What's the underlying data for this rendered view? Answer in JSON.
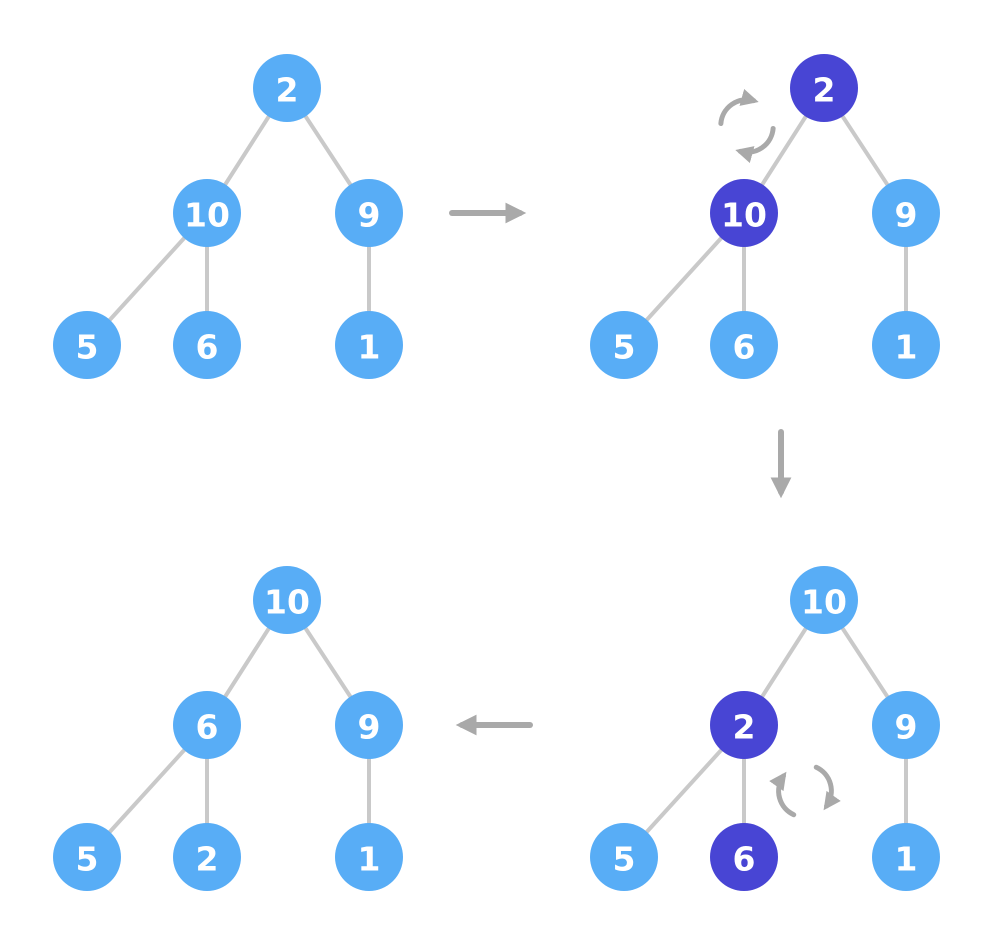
{
  "diagram": {
    "type": "binary-tree-heapify-steps",
    "step_count": 4
  },
  "colors": {
    "node": "#58ADF6",
    "highlight": "#4845D4",
    "edge": "#C9C9C9",
    "arrow": "#A9A9A9",
    "text": "#FFFFFF",
    "background": "#FFFFFF"
  },
  "trees": [
    {
      "id": "step-1",
      "position": "top-left",
      "nodes": [
        {
          "value": "2",
          "state": "normal"
        },
        {
          "value": "10",
          "state": "normal"
        },
        {
          "value": "9",
          "state": "normal"
        },
        {
          "value": "5",
          "state": "normal"
        },
        {
          "value": "6",
          "state": "normal"
        },
        {
          "value": "1",
          "state": "normal"
        }
      ]
    },
    {
      "id": "step-2",
      "position": "top-right",
      "swap": "2-10",
      "nodes": [
        {
          "value": "2",
          "state": "highlight"
        },
        {
          "value": "10",
          "state": "highlight"
        },
        {
          "value": "9",
          "state": "normal"
        },
        {
          "value": "5",
          "state": "normal"
        },
        {
          "value": "6",
          "state": "normal"
        },
        {
          "value": "1",
          "state": "normal"
        }
      ]
    },
    {
      "id": "step-3",
      "position": "bottom-right",
      "swap": "2-6",
      "nodes": [
        {
          "value": "10",
          "state": "normal"
        },
        {
          "value": "2",
          "state": "highlight"
        },
        {
          "value": "9",
          "state": "normal"
        },
        {
          "value": "5",
          "state": "normal"
        },
        {
          "value": "6",
          "state": "highlight"
        },
        {
          "value": "1",
          "state": "normal"
        }
      ]
    },
    {
      "id": "step-4",
      "position": "bottom-left",
      "nodes": [
        {
          "value": "10",
          "state": "normal"
        },
        {
          "value": "6",
          "state": "normal"
        },
        {
          "value": "9",
          "state": "normal"
        },
        {
          "value": "5",
          "state": "normal"
        },
        {
          "value": "2",
          "state": "normal"
        },
        {
          "value": "1",
          "state": "normal"
        }
      ]
    }
  ],
  "flow": {
    "arrow_1": "step-1-to-step-2-right",
    "arrow_2": "step-2-to-step-3-down",
    "arrow_3": "step-3-to-step-4-left"
  }
}
